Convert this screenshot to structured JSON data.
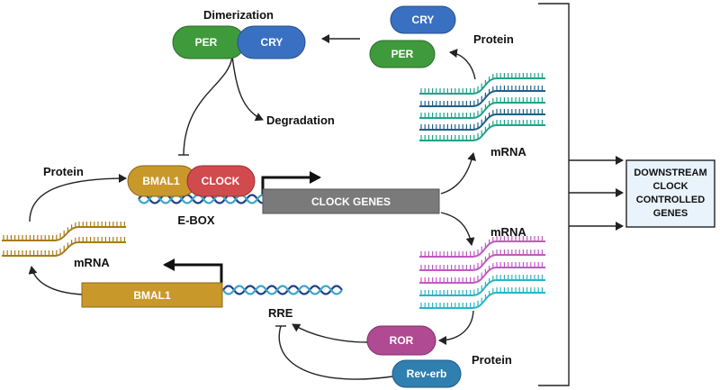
{
  "labels": {
    "dimerization": "Dimerization",
    "degradation": "Degradation",
    "protein_top": "Protein",
    "protein_left": "Protein",
    "protein_bottom": "Protein",
    "mrna_top": "mRNA",
    "mrna_mid": "mRNA",
    "mrna_left": "mRNA",
    "ebox": "E-BOX",
    "rre": "RRE"
  },
  "proteins": {
    "per_dimer": "PER",
    "cry_dimer": "CRY",
    "cry_top": "CRY",
    "per_top": "PER",
    "bmal1_complex": "BMAL1",
    "clock_complex": "CLOCK",
    "ror": "ROR",
    "reverb": "Rev-erb"
  },
  "genes": {
    "clock_genes": "CLOCK GENES",
    "bmal1_gene": "BMAL1"
  },
  "output_box": [
    "DOWNSTREAM",
    "CLOCK",
    "CONTROLLED",
    "GENES"
  ],
  "colors": {
    "per": "#3f9a3c",
    "cry": "#3a70c2",
    "bmal1": "#c9982b",
    "clock": "#d14a4e",
    "ror": "#b04a93",
    "reverb": "#2f7fb0",
    "gene_gray": "#7a7a7a",
    "mrna_teal": "#1fa38a",
    "mrna_navy": "#1f5f8b",
    "mrna_magenta": "#c05ac3",
    "mrna_cyan": "#27b5c9",
    "mrna_gold": "#a87b1a",
    "dna_a": "#1e3f88",
    "dna_b": "#3aa7c4",
    "box_fill": "#e9f3fb"
  }
}
